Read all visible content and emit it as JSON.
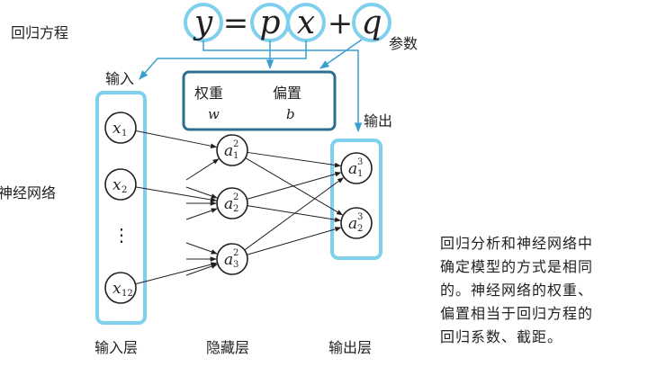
{
  "equation": {
    "label": "回归方程",
    "y": "y",
    "equals": "=",
    "p": "p",
    "x": "x",
    "plus": "+",
    "q": "q",
    "params_label": "参数"
  },
  "network_label": "神经网络",
  "params_box": {
    "weight_label": "权重",
    "weight_symbol": "w",
    "bias_label": "偏置",
    "bias_symbol": "b"
  },
  "arrow_labels": {
    "input": "输入",
    "output": "输出"
  },
  "input_nodes": [
    {
      "var": "x",
      "sub": "1"
    },
    {
      "var": "x",
      "sub": "2"
    },
    {
      "var": "x",
      "sub": "12"
    }
  ],
  "ellipsis": "⋮",
  "hidden_nodes": [
    {
      "var": "a",
      "sub": "1",
      "sup": "2"
    },
    {
      "var": "a",
      "sub": "2",
      "sup": "2"
    },
    {
      "var": "a",
      "sub": "3",
      "sup": "2"
    }
  ],
  "output_nodes": [
    {
      "var": "a",
      "sub": "1",
      "sup": "3"
    },
    {
      "var": "a",
      "sub": "2",
      "sup": "3"
    }
  ],
  "layer_labels": {
    "input": "输入层",
    "hidden": "隐藏层",
    "output": "输出层"
  },
  "note_lines": [
    "回归分析和神经网络中",
    "确定模型的方式是相同",
    "的。神经网络的权重、",
    "偏置相当于回归方程的",
    "回归系数、截距。"
  ],
  "colors": {
    "highlight": "#7fd0ec",
    "box_border": "#2e6f8e",
    "arrow": "#3a9fd0",
    "ink": "#231f20"
  }
}
